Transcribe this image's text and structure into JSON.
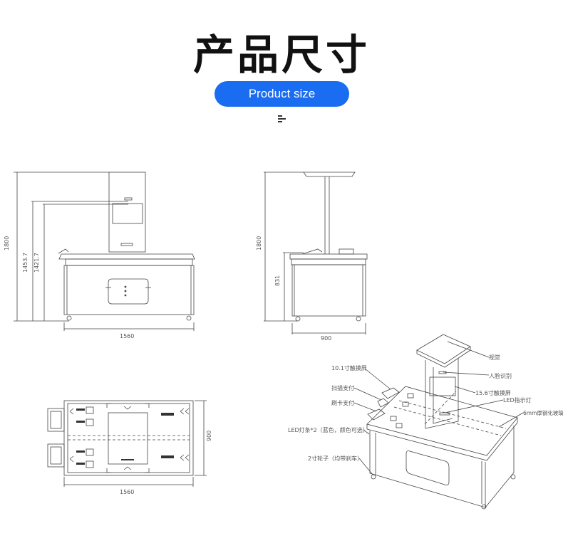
{
  "header": {
    "title": "产品尺寸",
    "subtitle": "Product size"
  },
  "front_view": {
    "dim_height_total": "1800",
    "dim_height_2": "1453.7",
    "dim_height_3": "1421.7",
    "dim_width": "1560"
  },
  "side_view": {
    "dim_height_total": "1800",
    "dim_height_table": "831",
    "dim_width": "900"
  },
  "top_view": {
    "dim_depth": "900",
    "dim_width": "1560"
  },
  "iso_view": {
    "labels": {
      "camera": "视觉",
      "face_recognition": "人脸识别",
      "touch_15": "15.6寸触摸屏",
      "led_indicator": "LED指示灯",
      "glass": "6mm厚钢化玻璃",
      "touch_10": "10.1寸触摸屏",
      "scanner_holder": "扫描支付",
      "card_holder": "刷卡支付",
      "led_strip": "LED灯条*2（蓝色，颜色可选）",
      "casters": "2寸轮子（均带刹车）"
    }
  }
}
